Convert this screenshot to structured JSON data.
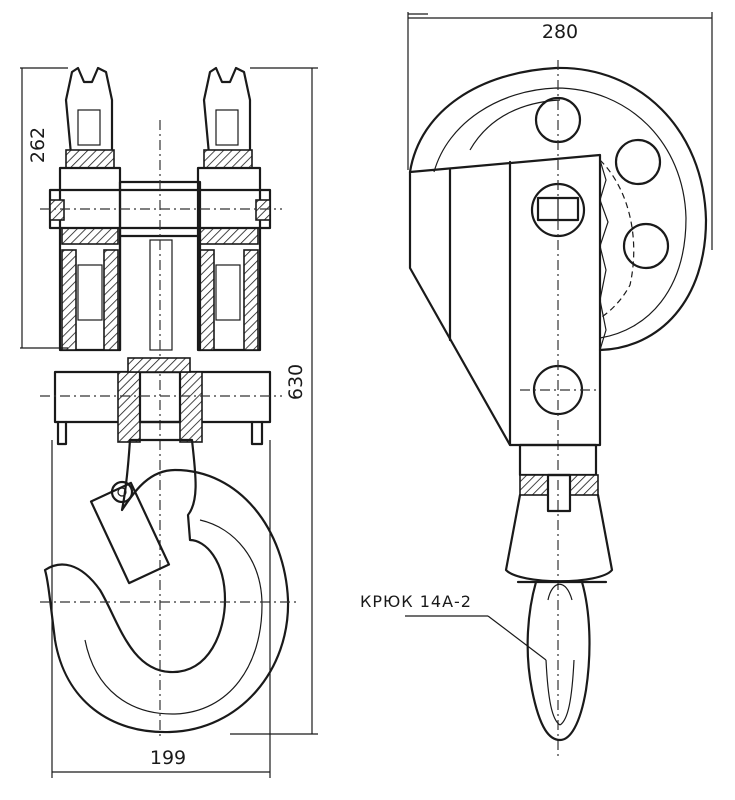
{
  "dimensions": {
    "block_width": "280",
    "sheave_height": "262",
    "overall_height": "630",
    "hook_width": "199"
  },
  "labels": {
    "hook": "КРЮК 14А-2"
  }
}
